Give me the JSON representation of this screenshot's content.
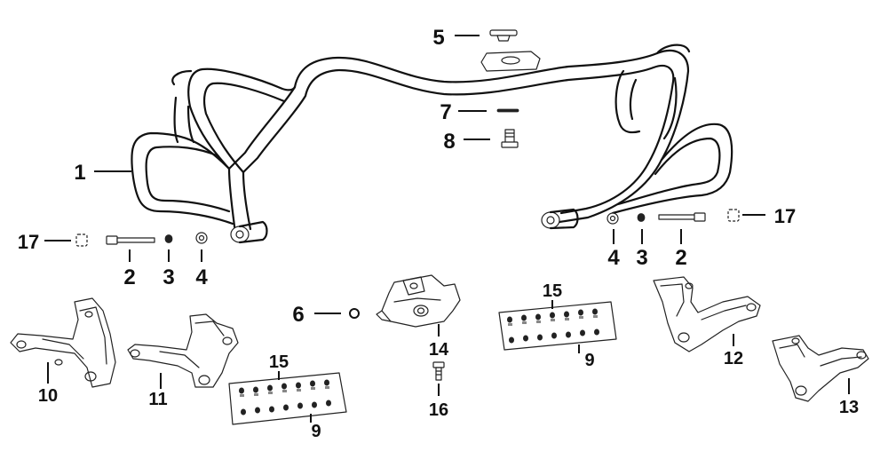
{
  "diagram": {
    "labels": {
      "bar": "1",
      "bolt_left": "2",
      "bolt_right": "2",
      "washer_small_left": "3",
      "washer_small_right": "3",
      "washer_left": "4",
      "washer_right": "4",
      "top_cap": "5",
      "o_ring": "6",
      "shim": "7",
      "top_bolt": "8",
      "plate_left": "9",
      "plate_right": "9",
      "bracket_10": "10",
      "bracket_11": "11",
      "bracket_12": "12",
      "bracket_13": "13",
      "center_bracket": "14",
      "nuts_left": "15",
      "nuts_right": "15",
      "center_bolt": "16",
      "clip_left": "17",
      "clip_right": "17"
    }
  }
}
